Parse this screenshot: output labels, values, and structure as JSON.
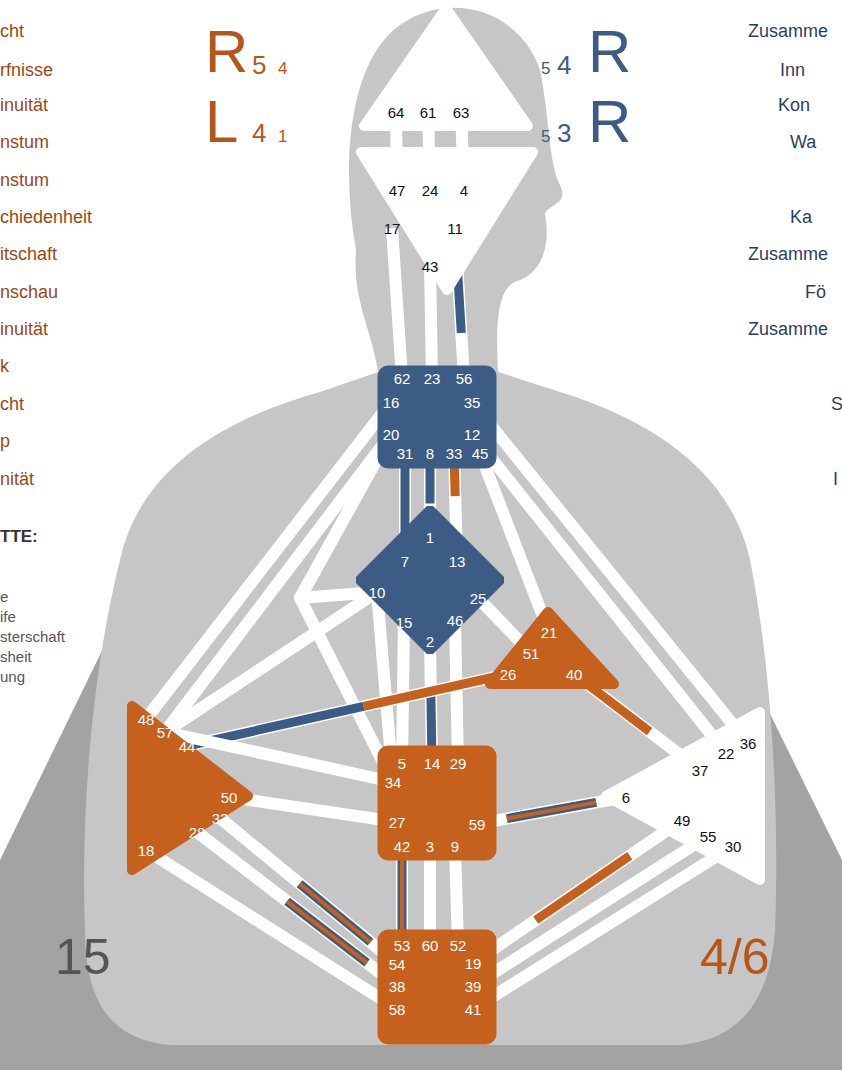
{
  "diagram": {
    "nodes": [
      {
        "text": [
          "64",
          "61",
          "63"
        ]
      },
      {
        "text": [
          "47",
          "24",
          "4",
          "17",
          "11",
          "43"
        ]
      },
      {
        "text": [
          "62",
          "23",
          "56",
          "16",
          "35",
          "20",
          "12",
          "31",
          "8",
          "33",
          "45"
        ]
      },
      {
        "text": [
          "1",
          "7",
          "13",
          "10",
          "25",
          "15",
          "46",
          "2"
        ]
      },
      {
        "text": [
          "21",
          "51",
          "26",
          "40"
        ]
      },
      {
        "text": [
          "48",
          "57",
          "44",
          "50",
          "32",
          "28",
          "18"
        ]
      },
      {
        "text": [
          "5",
          "14",
          "29",
          "34",
          "27",
          "59",
          "42",
          "3",
          "9"
        ]
      },
      {
        "text": [
          "36",
          "22",
          "37",
          "6",
          "49",
          "55",
          "30"
        ]
      },
      {
        "text": [
          "53",
          "60",
          "52",
          "54",
          "19",
          "38",
          "39",
          "58",
          "41"
        ]
      }
    ],
    "edges": [
      {
        "from": 0,
        "to": 1,
        "arrow": "none"
      },
      {
        "from": 0,
        "to": 1,
        "arrow": "none"
      },
      {
        "from": 0,
        "to": 1,
        "arrow": "none"
      },
      {
        "from": 1,
        "to": 2,
        "arrow": "none"
      },
      {
        "from": 1,
        "to": 2,
        "arrow": "none"
      },
      {
        "from": 1,
        "to": 2,
        "arrow": "none"
      },
      {
        "from": 2,
        "to": 3,
        "arrow": "none"
      },
      {
        "from": 2,
        "to": 3,
        "arrow": "none"
      },
      {
        "from": 2,
        "to": 3,
        "arrow": "none"
      },
      {
        "from": 3,
        "to": 6,
        "arrow": "none"
      },
      {
        "from": 3,
        "to": 6,
        "arrow": "none"
      },
      {
        "from": 3,
        "to": 6,
        "arrow": "none"
      },
      {
        "from": 2,
        "to": 5,
        "arrow": "none"
      },
      {
        "from": 2,
        "to": 5,
        "arrow": "none"
      },
      {
        "from": 2,
        "to": 3,
        "arrow": "none"
      },
      {
        "from": 2,
        "to": 6,
        "arrow": "none"
      },
      {
        "from": 2,
        "to": 4,
        "arrow": "none"
      },
      {
        "from": 2,
        "to": 7,
        "arrow": "none"
      },
      {
        "from": 2,
        "to": 7,
        "arrow": "none"
      },
      {
        "from": 3,
        "to": 4,
        "arrow": "none"
      },
      {
        "from": 3,
        "to": 5,
        "arrow": "none"
      },
      {
        "from": 3,
        "to": 6,
        "arrow": "none"
      },
      {
        "from": 4,
        "to": 5,
        "arrow": "none"
      },
      {
        "from": 4,
        "to": 7,
        "arrow": "none"
      },
      {
        "from": 5,
        "to": 6,
        "arrow": "none"
      },
      {
        "from": 5,
        "to": 6,
        "arrow": "none"
      },
      {
        "from": 6,
        "to": 7,
        "arrow": "none"
      },
      {
        "from": 6,
        "to": 8,
        "arrow": "none"
      },
      {
        "from": 6,
        "to": 8,
        "arrow": "none"
      },
      {
        "from": 6,
        "to": 8,
        "arrow": "none"
      },
      {
        "from": 5,
        "to": 8,
        "arrow": "none"
      },
      {
        "from": 5,
        "to": 8,
        "arrow": "none"
      },
      {
        "from": 5,
        "to": 8,
        "arrow": "none"
      },
      {
        "from": 8,
        "to": 7,
        "arrow": "none"
      },
      {
        "from": 8,
        "to": 7,
        "arrow": "none"
      },
      {
        "from": 8,
        "to": 7,
        "arrow": "none"
      }
    ],
    "labels": [
      "cht",
      "rfnisse",
      "inuität",
      "nstum",
      "nstum",
      "chiedenheit",
      "itschaft",
      "nschau",
      "inuität",
      "k",
      "cht",
      "p",
      "nität",
      "TTE:",
      "e",
      "ife",
      "sterschaft",
      "sheit",
      "ung",
      "R",
      "5",
      "4",
      "L",
      "4",
      "1",
      "5",
      "4",
      "R",
      "5",
      "3",
      "R",
      "Zusamme",
      "Inn",
      "Kon",
      "Wa",
      "Ka",
      "Zusamme",
      "Fö",
      "Zusamme",
      "S",
      "I",
      "15",
      "4/6"
    ]
  }
}
